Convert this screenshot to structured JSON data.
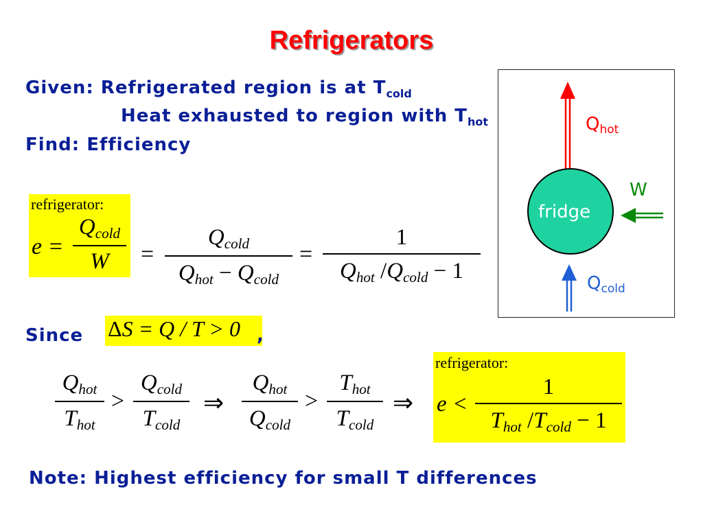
{
  "slide": {
    "title": "Refrigerators",
    "given_prefix": "Given: Refrigerated region is at T",
    "given_sub": "cold",
    "heat_prefix": "Heat exhausted to region with T",
    "heat_sub": "hot",
    "find": "Find: Efficiency",
    "since": "Since",
    "comma": ",",
    "note": "Note: Highest efficiency for small T differences"
  },
  "equation1": {
    "tag": "refrigerator:",
    "lhs": "e =",
    "frac1_num": "Q",
    "frac1_num_sub": "cold",
    "frac1_den": "W",
    "eq": "=",
    "frac2_num": "Q",
    "frac2_num_sub": "cold",
    "frac2_den_a": "Q",
    "frac2_den_a_sub": "hot",
    "minus": "−",
    "frac2_den_b": "Q",
    "frac2_den_b_sub": "cold",
    "frac3_num": "1",
    "frac3_den_a": "Q",
    "frac3_den_a_sub": "hot",
    "slash": "/",
    "frac3_den_b": "Q",
    "frac3_den_b_sub": "cold",
    "frac3_den_tail": "− 1"
  },
  "entropy": {
    "expr_delta": "Δ",
    "expr_rest": "S = Q / T > 0"
  },
  "inequality": {
    "f1_num": "Q",
    "f1_num_sub": "hot",
    "f1_den": "T",
    "f1_den_sub": "hot",
    "gt": ">",
    "f2_num": "Q",
    "f2_num_sub": "cold",
    "f2_den": "T",
    "f2_den_sub": "cold",
    "implies": "⇒",
    "f3_num": "Q",
    "f3_num_sub": "hot",
    "f3_den": "Q",
    "f3_den_sub": "cold",
    "f4_num": "T",
    "f4_num_sub": "hot",
    "f4_den": "T",
    "f4_den_sub": "cold"
  },
  "equation2": {
    "tag": "refrigerator:",
    "lhs": "e <",
    "num": "1",
    "den_a": "T",
    "den_a_sub": "hot",
    "slash": "/",
    "den_b": "T",
    "den_b_sub": "cold",
    "den_tail": "− 1"
  },
  "diagram": {
    "q_hot": "Q",
    "q_hot_sub": "hot",
    "w": "W",
    "fridge": "fridge",
    "q_cold": "Q",
    "q_cold_sub": "cold",
    "colors": {
      "hot": "#ff0000",
      "cold": "#1f5fd6",
      "work": "#0a8a0a",
      "fridge_fill": "#1fd3a0"
    }
  }
}
